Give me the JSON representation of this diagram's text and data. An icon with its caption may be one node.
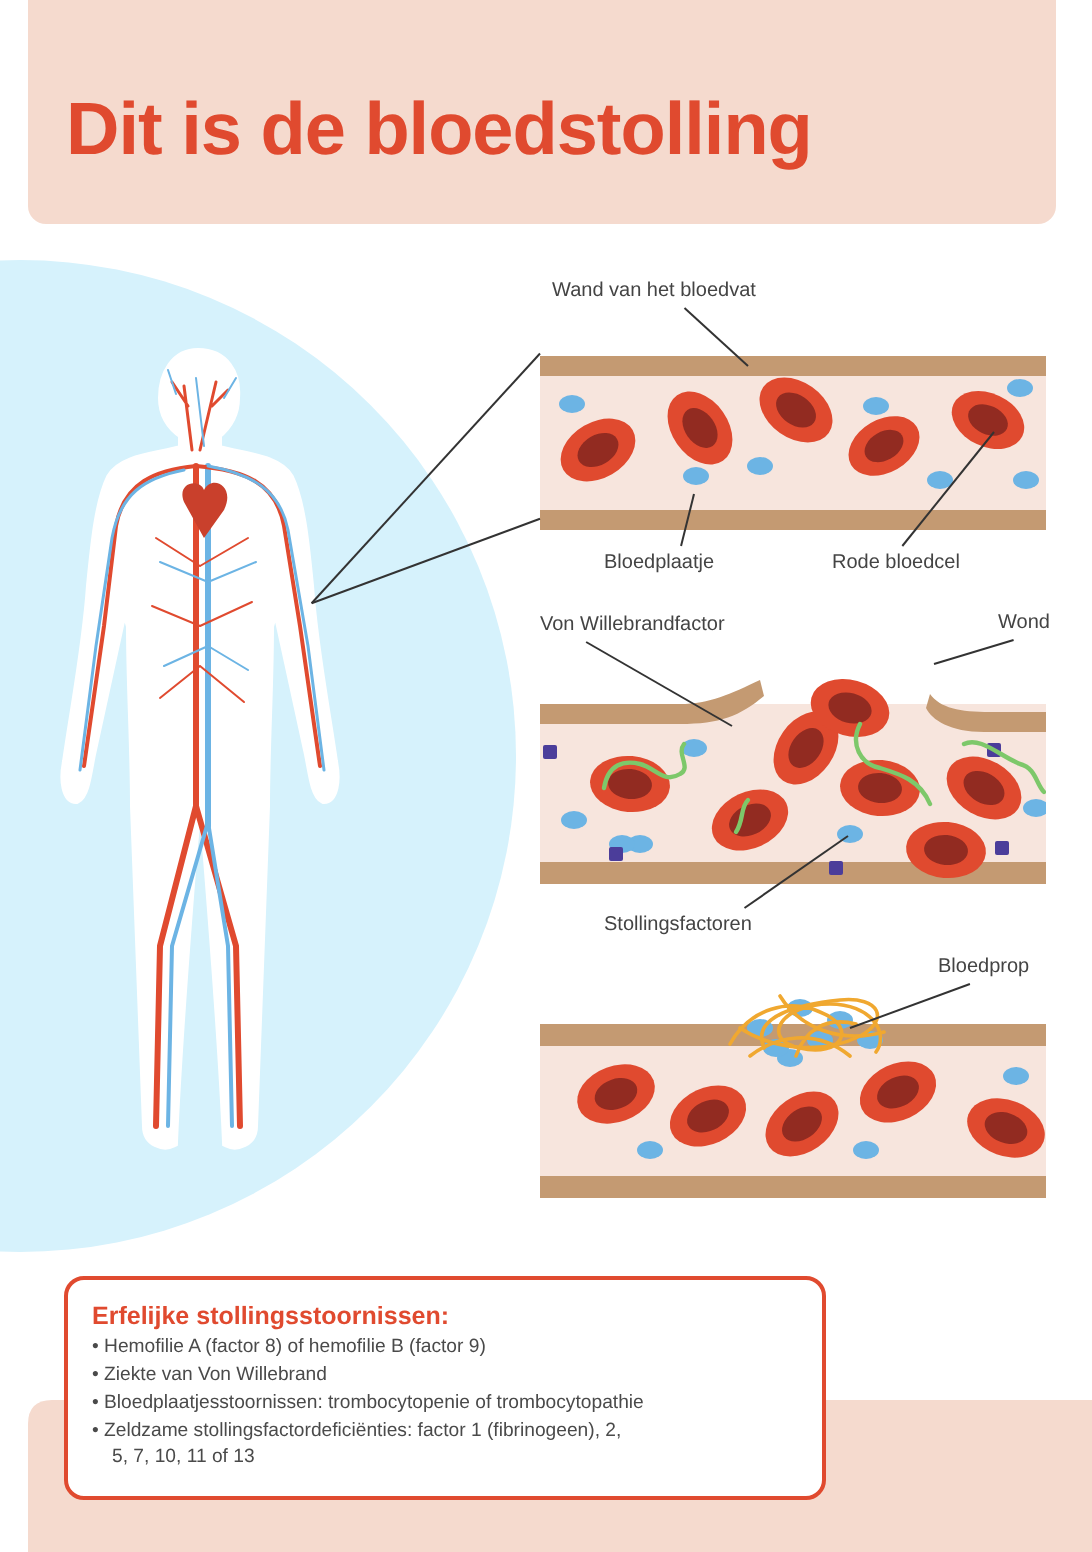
{
  "diagram": {
    "title": "Dit is de bloedstolling",
    "nodes": [
      {
        "text": [],
        "shape": "picture"
      },
      {
        "text": [],
        "shape": "picture"
      },
      {
        "text": [
          "Wand van het bloedvat"
        ]
      },
      {
        "text": [
          "Bloedplaatje"
        ]
      },
      {
        "text": [
          "Rode bloedcel"
        ]
      },
      {
        "text": [
          "Von Willebrandfactor"
        ]
      },
      {
        "text": [
          "Wond"
        ]
      },
      {
        "text": [],
        "shape": "picture"
      },
      {
        "text": [
          "Stollingsfactoren"
        ]
      },
      {
        "text": [
          "Bloedprop"
        ]
      },
      {
        "text": [],
        "shape": "picture"
      },
      {
        "text": [
          "Erfelijke stollingsstoornissen:",
          "• Hemofilie A (factor 8) of hemofilie B (factor 9)",
          "• Ziekte van Von Willebrand",
          "• Bloedplaatjesstoornissen: trombocytopenie of trombocytopathie",
          "• Zeldzame stollingsfactordeficiënties: factor 1 (fibrinogeen), 2, 5, 7, 10, 11 of 13"
        ]
      }
    ],
    "edges": [
      {
        "from": 0,
        "to": 1,
        "arrow": "none"
      },
      {
        "from": 0,
        "to": 1,
        "arrow": "none"
      },
      {
        "from": 2,
        "to": 1,
        "arrow": "none"
      },
      {
        "from": 3,
        "to": 1,
        "arrow": "none"
      },
      {
        "from": 4,
        "to": 1,
        "arrow": "none"
      },
      {
        "from": 5,
        "to": 7,
        "arrow": "none"
      },
      {
        "from": 6,
        "to": 7,
        "arrow": "none"
      },
      {
        "from": 8,
        "to": 7,
        "arrow": "none"
      },
      {
        "from": 9,
        "to": 10,
        "arrow": "none"
      }
    ]
  }
}
